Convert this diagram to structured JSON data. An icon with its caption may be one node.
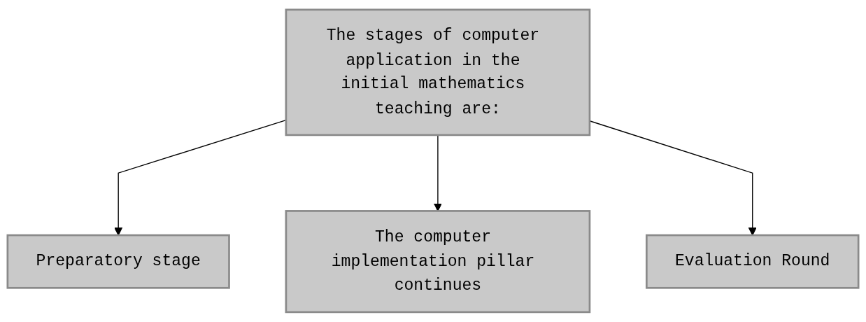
{
  "diagram": {
    "nodes": [
      {
        "text": [
          "The stages of computer application in the initial mathematics teaching are:"
        ]
      },
      {
        "text": [
          "Preparatory stage"
        ]
      },
      {
        "text": [
          "The computer implementation pillar continues"
        ]
      },
      {
        "text": [
          "Evaluation Round"
        ]
      }
    ],
    "edges": [
      {
        "from": 0,
        "to": 1,
        "arrow": "to"
      },
      {
        "from": 0,
        "to": 2,
        "arrow": "to"
      },
      {
        "from": 0,
        "to": 3,
        "arrow": "to"
      }
    ]
  }
}
